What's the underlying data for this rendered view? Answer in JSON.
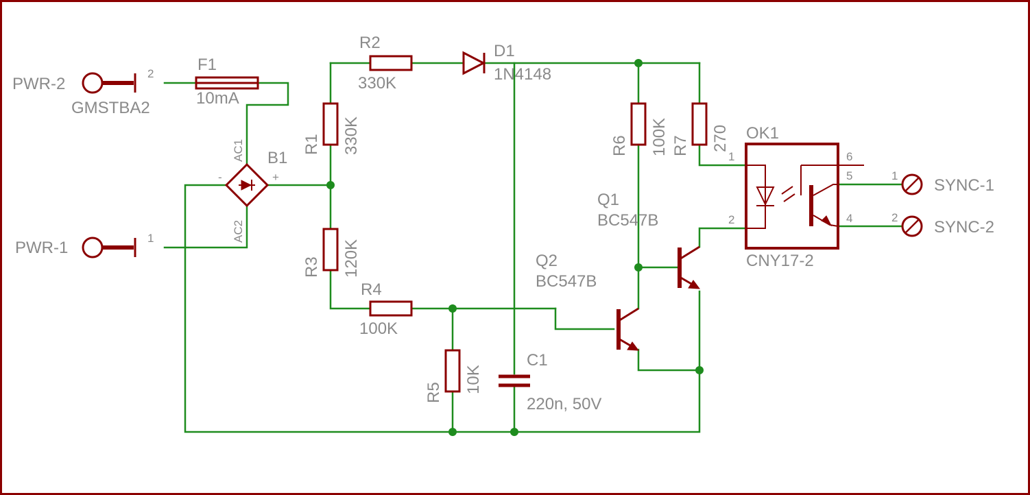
{
  "colors": {
    "wire": "#1e8c1e",
    "component": "#8b0000",
    "label": "#8a8a8a",
    "background": "#ffffff"
  },
  "connectors": {
    "pwr2": "PWR-2",
    "pwr1": "PWR-1",
    "pwr_part": "GMSTBA2",
    "pwr2_pin": "2",
    "pwr1_pin": "1",
    "sync1": "SYNC-1",
    "sync2": "SYNC-2",
    "sync1_pin": "1",
    "sync2_pin": "2"
  },
  "fuse": {
    "name": "F1",
    "value": "10mA"
  },
  "bridge": {
    "name": "B1",
    "ac1": "AC1",
    "ac2": "AC2",
    "minus": "-",
    "plus": "+"
  },
  "resistors": {
    "r1": {
      "name": "R1",
      "value": "330K"
    },
    "r2": {
      "name": "R2",
      "value": "330K"
    },
    "r3": {
      "name": "R3",
      "value": "120K"
    },
    "r4": {
      "name": "R4",
      "value": "100K"
    },
    "r5": {
      "name": "R5",
      "value": "10K"
    },
    "r6": {
      "name": "R6",
      "value": "100K"
    },
    "r7": {
      "name": "R7",
      "value": "270"
    }
  },
  "diode": {
    "name": "D1",
    "value": "1N4148"
  },
  "capacitor": {
    "name": "C1",
    "value": "220n, 50V"
  },
  "transistors": {
    "q1": {
      "name": "Q1",
      "value": "BC547B"
    },
    "q2": {
      "name": "Q2",
      "value": "BC547B"
    }
  },
  "optocoupler": {
    "name": "OK1",
    "value": "CNY17-2",
    "pins": {
      "p1": "1",
      "p2": "2",
      "p4": "4",
      "p5": "5",
      "p6": "6"
    }
  }
}
